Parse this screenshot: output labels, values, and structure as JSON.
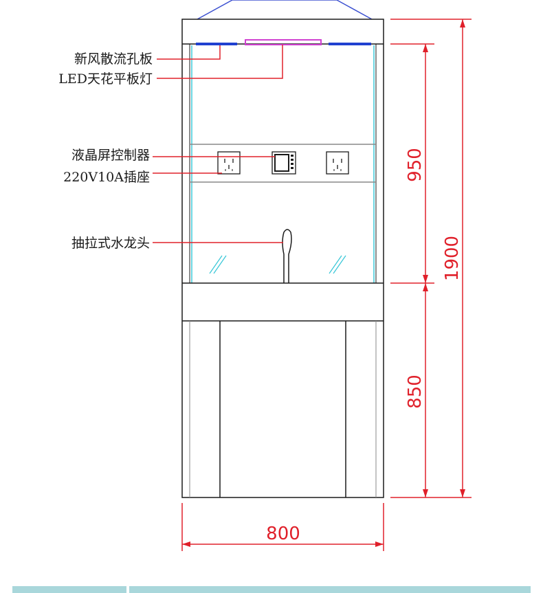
{
  "callouts": {
    "diffuser": "新风散流孔板",
    "led_light": "LED天花平板灯",
    "lcd_controller": "液晶屏控制器",
    "socket": "220V10A插座",
    "faucet": "抽拉式水龙头"
  },
  "dimensions": {
    "total_height": "1900",
    "upper_height": "950",
    "lower_height": "850",
    "width": "800"
  },
  "colors": {
    "outline": "#1a1a1a",
    "dimension": "#e0202a",
    "glass": "#3cc8d8",
    "led": "#d040d0",
    "diffuser": "#2040d0",
    "hood": "#3a4fd0",
    "footer_bar": "#a9d7db"
  }
}
